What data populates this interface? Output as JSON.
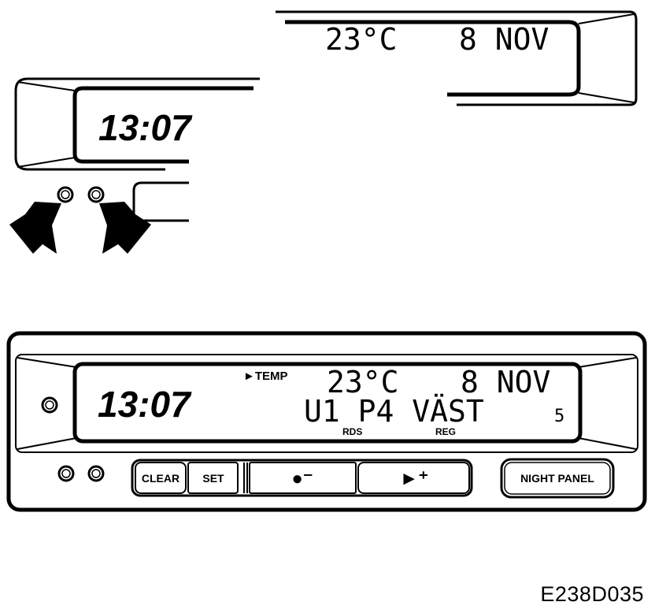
{
  "top_right_display": {
    "temp": "23°C",
    "date": "8 NOV"
  },
  "top_left_display": {
    "clock": "13:07"
  },
  "panel": {
    "clock": "13:07",
    "temp_indicator": "►TEMP",
    "temp": "23°C",
    "date": "8 NOV",
    "radio": "U1 P4 VÄST",
    "signal": "5",
    "rds_label": "RDS",
    "reg_label": "REG",
    "buttons": {
      "clear": "CLEAR",
      "set": "SET",
      "minus": "●⁻",
      "plus": "►⁺",
      "night_panel": "NIGHT PANEL"
    }
  },
  "figure_code": "E238D035"
}
